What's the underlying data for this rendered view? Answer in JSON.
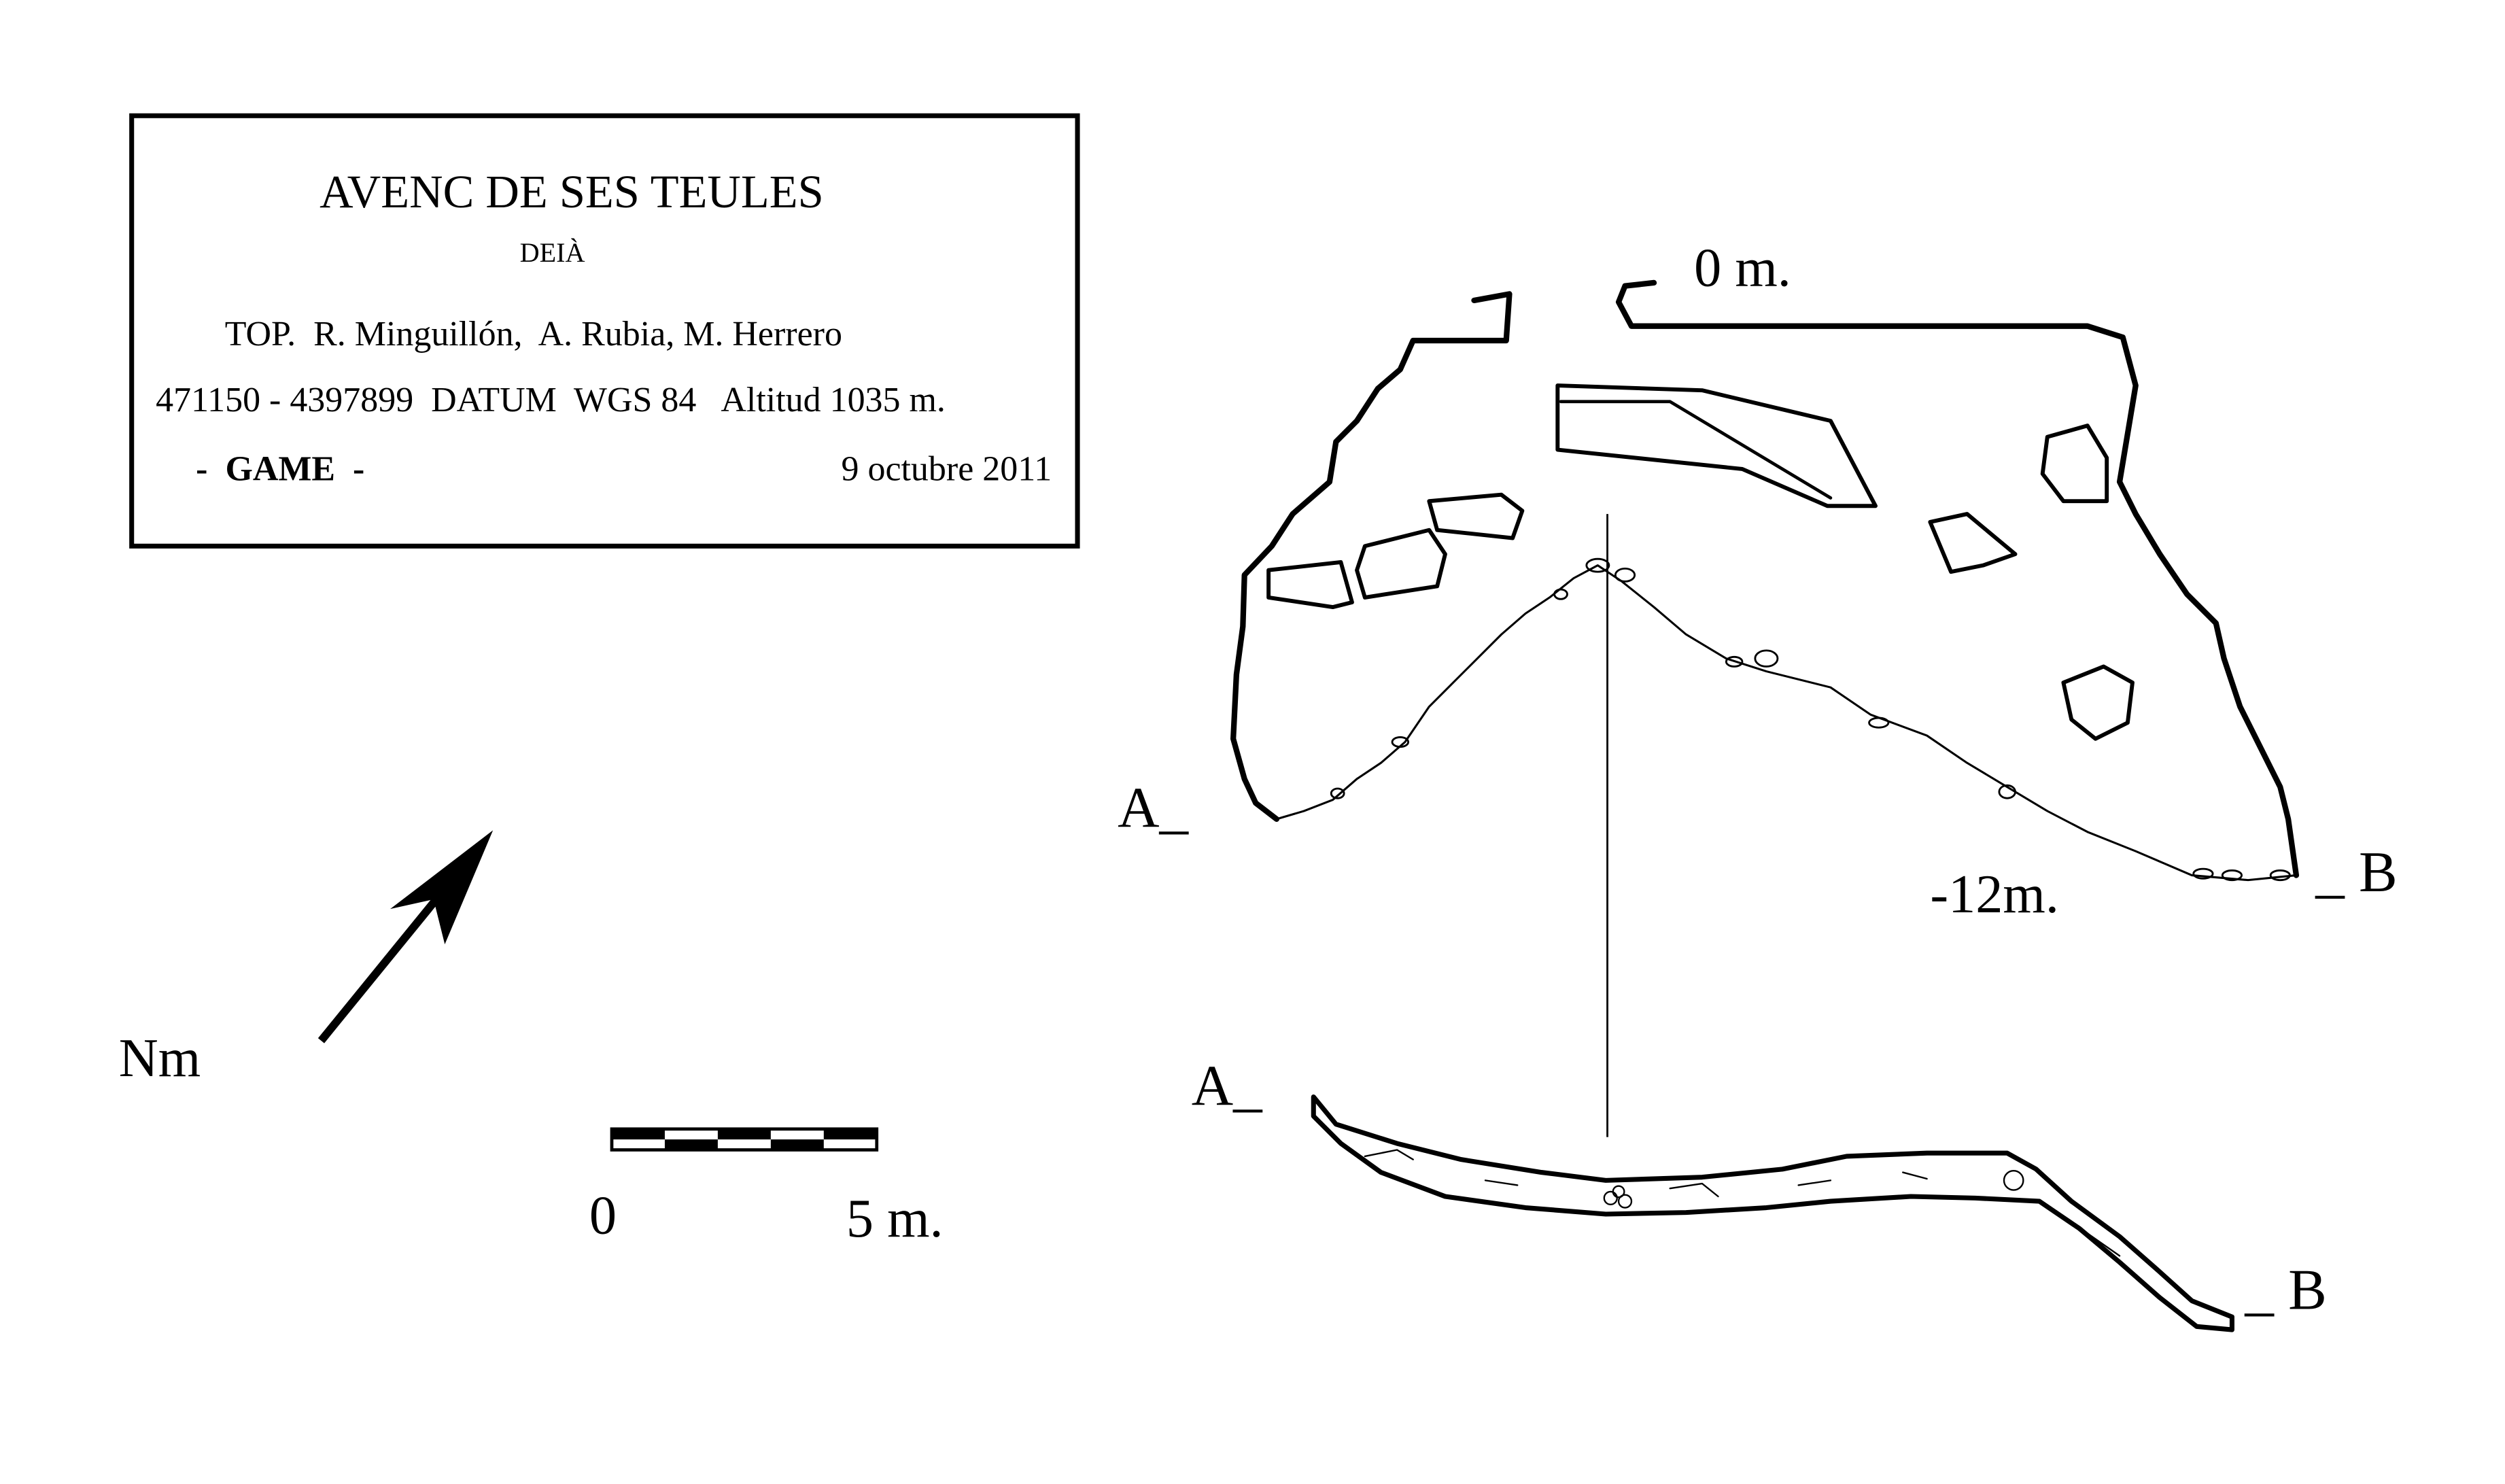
{
  "title_box": {
    "title": "AVENC DE SES TEULES",
    "municipality": "DEIÀ",
    "surveyors": "TOP.  R. Minguillón,  A. Rubia, M. Herrero",
    "coordinates": "471150 - 4397899  DATUM  WGS 84   Altitud 1035 m.",
    "group": "-  GAME  -",
    "date": "9 octubre 2011"
  },
  "north_label": "Nm",
  "scale": {
    "start": "0",
    "end": "5 m."
  },
  "plan_labels": {
    "depth_top": "0 m.",
    "depth_bottom": "-12m.",
    "a": "A_",
    "b": "_ B"
  },
  "section_labels": {
    "a": "A_",
    "b": "_ B"
  },
  "colors": {
    "ink": "#000000",
    "paper": "#ffffff"
  }
}
